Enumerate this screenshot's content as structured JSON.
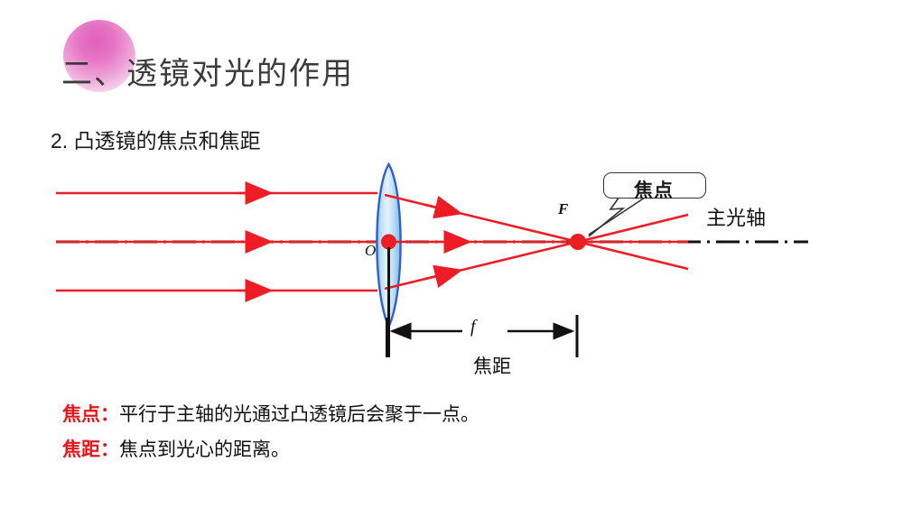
{
  "slide": {
    "title": "二、透镜对光的作用",
    "subtitle": "2. 凸透镜的焦点和焦距"
  },
  "diagram": {
    "labels": {
      "optical_center": "O",
      "focal_point_symbol": "F",
      "focal_length_symbol": "f",
      "focal_point_callout": "焦点",
      "principal_axis": "主光轴",
      "focal_length": "焦距"
    },
    "colors": {
      "ray": "#ee1c25",
      "lens_outline": "#2f5fd0",
      "lens_fill_light": "#dbeefb",
      "lens_fill_mid": "#9ccdee",
      "axis": "#111111",
      "accent_pink": "#e060b8",
      "term_red": "#e8161a"
    },
    "ray_count": 3
  },
  "definitions": [
    {
      "term": "焦点",
      "colon": "：",
      "body": "平行于主轴的光通过凸透镜后会聚于一点。"
    },
    {
      "term": "焦距",
      "colon": "：",
      "body": "焦点到光心的距离。"
    }
  ]
}
